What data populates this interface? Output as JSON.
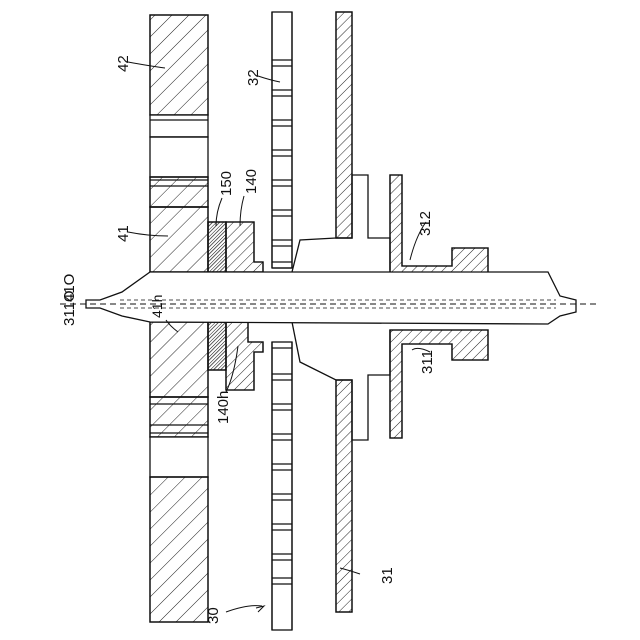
{
  "figure": {
    "labels": {
      "shaft_tip_left": "311O",
      "shaft_axis_left": "41O",
      "bore": "41h",
      "gear_large": "42",
      "gear_small": "41",
      "thrust_washer": "150",
      "bearing": "140",
      "bearing_bore": "140h",
      "plate_inner": "32",
      "plate_outer": "31",
      "flange": "312",
      "flange_lower": "311",
      "assembly": "30"
    }
  }
}
